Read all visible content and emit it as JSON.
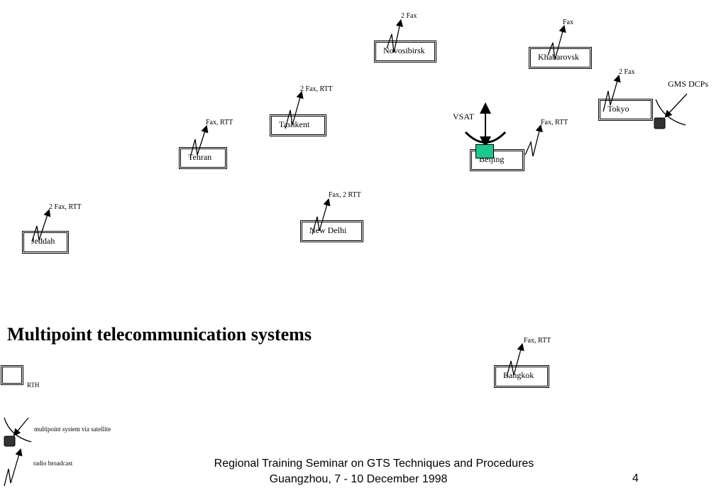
{
  "diagram": {
    "title": "Multipoint telecommunication systems",
    "nodes": {
      "novosibirsk": {
        "name": "Novosibirsk",
        "service": "2 Fax"
      },
      "khabarovsk": {
        "name": "Khabarovsk",
        "service": "Fax"
      },
      "tokyo": {
        "name": "Tokyo",
        "service": "2 Fax"
      },
      "tashkent": {
        "name": "Tashkent",
        "service": "2 Fax, RTT"
      },
      "tehran": {
        "name": "Tehran",
        "service": "Fax, RTT"
      },
      "beijing": {
        "name": "Beijing",
        "service": "Fax, RTT"
      },
      "new_delhi": {
        "name": "New Delhi",
        "service": "Fax, 2 RTT"
      },
      "jeddah": {
        "name": "Jeddah",
        "service": "2 Fax, RTT"
      },
      "bangkok": {
        "name": "Bangkok",
        "service": "Fax, RTT"
      }
    },
    "labels": {
      "vsat": "VSAT",
      "gms_dcps": "GMS DCPs"
    },
    "colors": {
      "vsat_box": "#1ec98f",
      "satellite_terminal": "#333333"
    }
  },
  "legend": {
    "rth": "RTH",
    "satellite": "multipoint system via satellite",
    "radio": "radio broadcast"
  },
  "footer": {
    "line1": "Regional Training Seminar on GTS Techniques and Procedures",
    "line2": "Guangzhou, 7 - 10 December 1998",
    "page": "4"
  }
}
